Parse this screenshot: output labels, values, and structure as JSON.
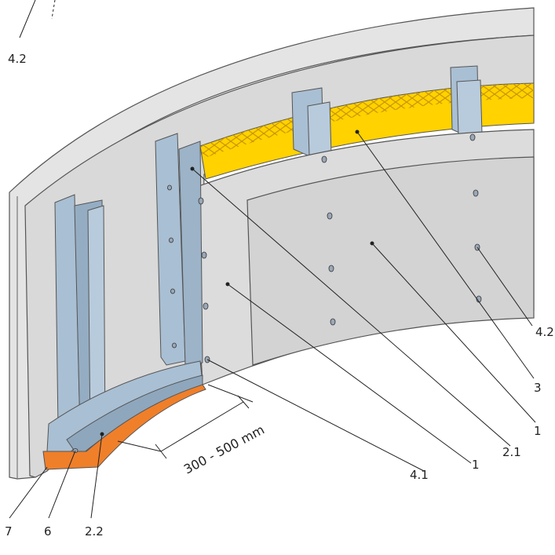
{
  "labels": {
    "top_left": "4.2",
    "l_4_2": "4.2",
    "l_3": "3",
    "l_1_right": "1",
    "l_2_1": "2.1",
    "l_1_mid": "1",
    "l_4_1": "4.1",
    "l_7": "7",
    "l_6": "6",
    "l_2_2": "2.2"
  },
  "dimension": "300 - 500 mm",
  "colors": {
    "board": "#dcdcdc",
    "board_dark": "#c4c4c4",
    "stud": "#a9bfd3",
    "stud_dark": "#7f99b1",
    "insulation": "#ffd200",
    "insulation_mesh": "#d9a400",
    "base_strip": "#f07f2a",
    "line": "#222222"
  }
}
